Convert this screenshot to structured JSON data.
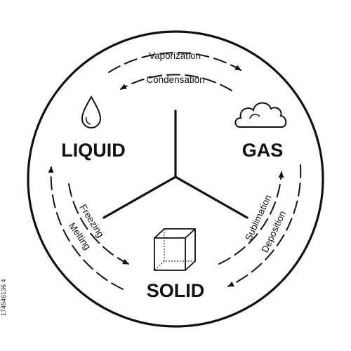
{
  "states": {
    "liquid": "LIQUID",
    "gas": "GAS",
    "solid": "SOLID"
  },
  "transitions": {
    "vaporization": "Vaporization",
    "condensation": "Condensation",
    "freezing": "Freezing",
    "melting": "Melting",
    "sublimation": "Sublimation",
    "deposition": "Deposition"
  },
  "icons": {
    "liquid": "water-drop-icon",
    "gas": "cloud-icon",
    "solid": "cube-icon"
  },
  "side_id": "174546136 4"
}
